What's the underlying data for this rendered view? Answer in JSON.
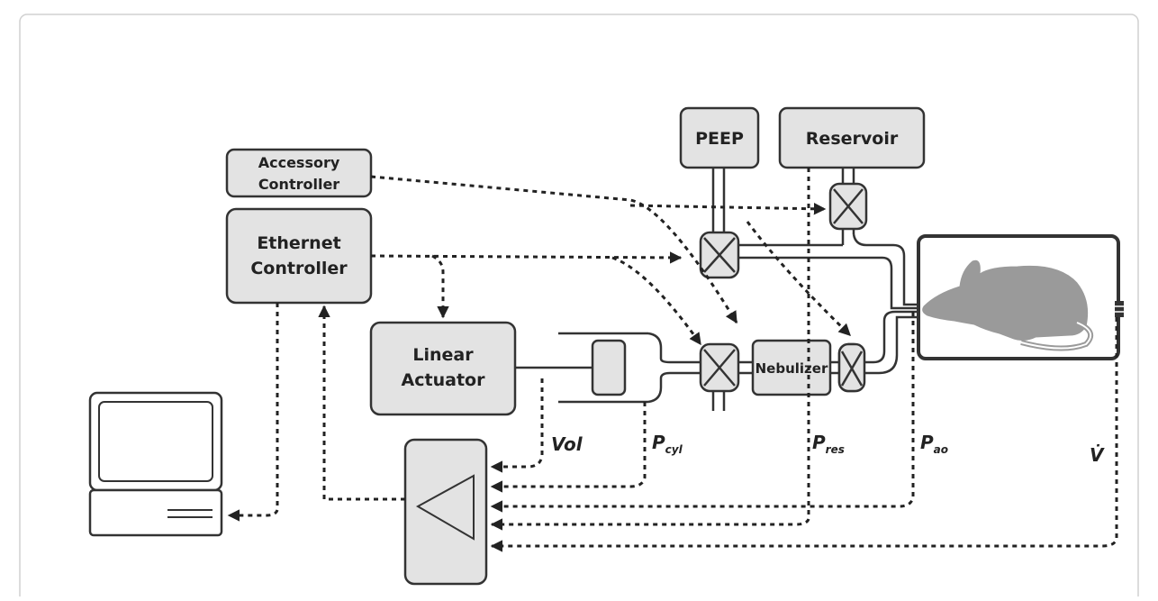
{
  "components": {
    "peep": "PEEP",
    "reservoir": "Reservoir",
    "accessory_controller": [
      "Accessory",
      "Controller"
    ],
    "ethernet_controller": [
      "Ethernet",
      "Controller"
    ],
    "linear_actuator": [
      "Linear",
      "Actuator"
    ],
    "nebulizer": "Nebulizer"
  },
  "signals": {
    "vol": "Vol",
    "p_cyl": {
      "main": "P",
      "sub": "cyl"
    },
    "p_res": {
      "main": "P",
      "sub": "res"
    },
    "p_ao": {
      "main": "P",
      "sub": "ao"
    },
    "v_dot": "V̇"
  },
  "colors": {
    "box_fill": "#e3e3e3",
    "mouse_fill": "#9a9a9a",
    "line": "#222222"
  }
}
